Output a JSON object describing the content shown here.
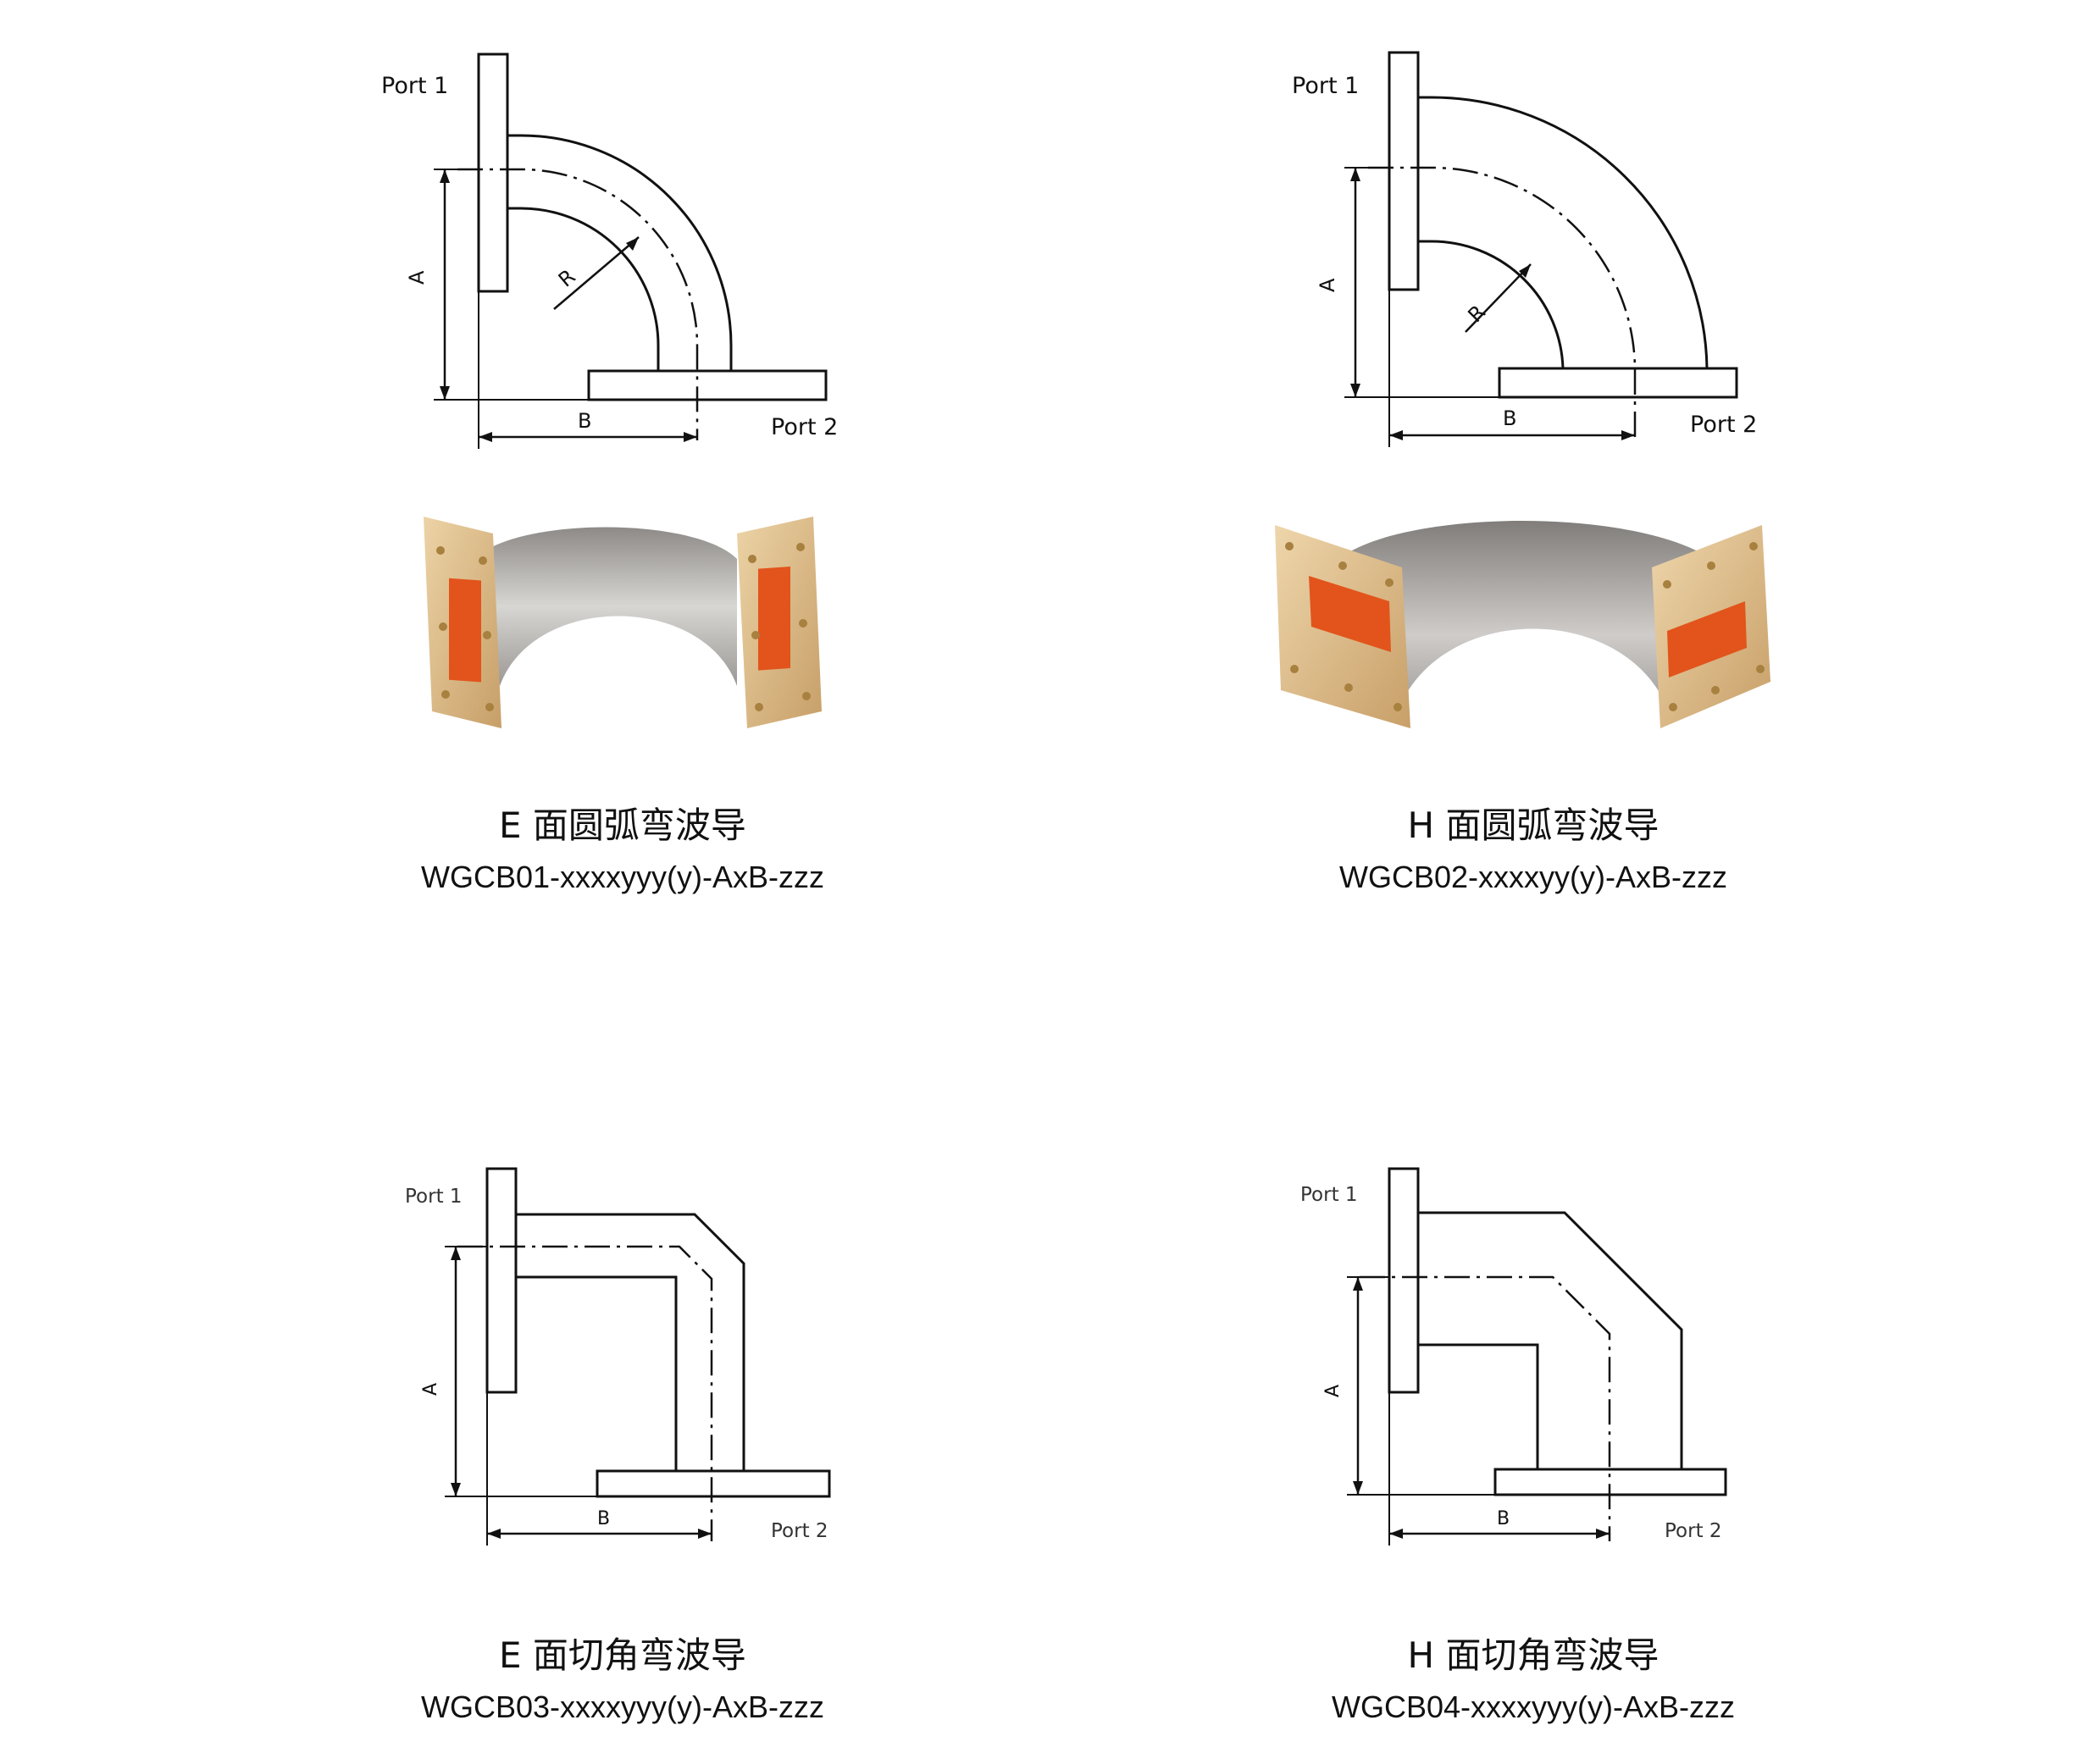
{
  "labels": {
    "port1": "Port 1",
    "port2": "Port 2",
    "dim_a": "A",
    "dim_b": "B",
    "radius": "R"
  },
  "panels": [
    {
      "title": "E 面圆弧弯波导",
      "code": "WGCB01-xxxxyyy(y)-AxB-zzz"
    },
    {
      "title": "H 面圆弧弯波导",
      "code": "WGCB02-xxxxyy(y)-AxB-zzz"
    },
    {
      "title": "E 面切角弯波导",
      "code": "WGCB03-xxxxyyy(y)-AxB-zzz"
    },
    {
      "title": "H 面切角弯波导",
      "code": "WGCB04-xxxxyyy(y)-AxB-zzz"
    }
  ],
  "colors": {
    "line": "#111111",
    "flange": "#d9b98a",
    "aperture": "#e2541c",
    "metal": "#a7a4a1"
  }
}
